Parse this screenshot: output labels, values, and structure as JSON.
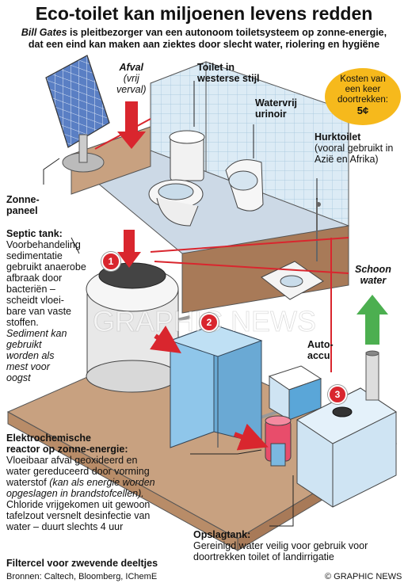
{
  "title": "Eco-toilet kan miljoenen levens redden",
  "subtitle": {
    "name": "Bill Gates",
    "line1": " is pleitbezorger van een autonoom toiletsysteem op zonne-energie,",
    "line2": "dat een eind kan maken aan ziektes door slecht water, riolering en hygiëne"
  },
  "labels": {
    "waste_title": "Afval",
    "waste_sub": "(vrij\nverval)",
    "toilet_western": "Toilet in\nwesterse stijl",
    "urinal": "Watervrij\nurinoir",
    "squat_title": "Hurktoilet",
    "squat_sub": "(vooral gebruikt in\nAzië en Afrika)",
    "solar": "Zonne-\npaneel",
    "septic_title": "Septic tank:",
    "septic_body": "Voorbehandeling\nsedimentatie\ngebruikt anaerobe\nafbraak door\nbacteriën –\nscheidt vloei-\nbare van vaste\nstoffen.",
    "septic_italic": "Sediment kan\ngebruikt\nworden als\nmest voor\noogst",
    "clean_water": "Schoon\nwater",
    "battery": "Auto-\naccu",
    "reactor_title": "Elektrochemische\nreactor op zonne-energie:",
    "reactor_body1": "Vloeibaar afval geoxideerd en\nwater gereduceerd door vorming\nwaterstof ",
    "reactor_italic": "(kan als energie worden\nopgeslagen in brandstofcellen).",
    "reactor_body2": "\nChloride vrijgekomen uit gewoon\ntafelzout versnelt desinfectie van\nwater – duurt slechts 4 uur",
    "filter": "Filtercel voor zwevende deeltjes",
    "storage_title": "Opslagtank:",
    "storage_body": "Gereinigd water veilig voor gebruik voor\ndoortrekken toilet of landirrigatie"
  },
  "cost_badge": {
    "text": "Kosten van\neen keer\ndoortrekken:",
    "price": "5¢"
  },
  "steps": [
    "1",
    "2",
    "3"
  ],
  "sources": "Bronnen: Caltech, Bloomberg, IChemE",
  "credit": "© GRAPHIC NEWS",
  "watermark": "GRAPHIC NEWS",
  "colors": {
    "wall": "#dbe9f3",
    "floor_top": "#c8a180",
    "floor_side": "#a87a58",
    "tank_blue": "#8fc6ea",
    "arrow_red": "#d9262e",
    "arrow_green": "#4caf50",
    "badge": "#f6b91c"
  }
}
